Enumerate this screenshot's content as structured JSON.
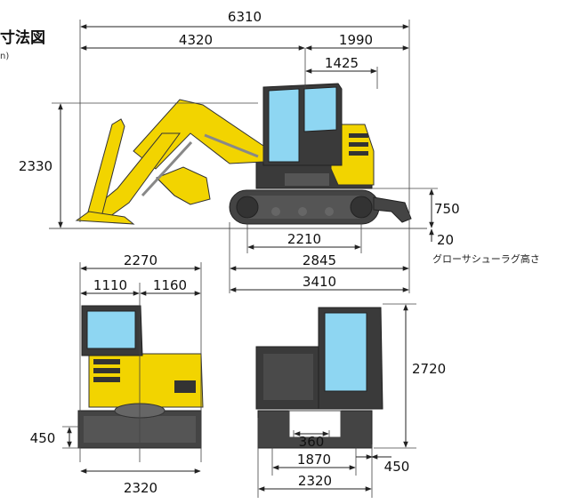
{
  "title": "寸法図",
  "unit": "n)",
  "note": "グローサシューラグ高さ",
  "side_view": {
    "overall_length": "6310",
    "front_reach": "4320",
    "rear_length": "1990",
    "cab_to_rear": "1425",
    "height": "2330",
    "blade_height": "750",
    "lug_height": "20",
    "tumbler_center": "2210",
    "crawler_length": "2845",
    "blade_to_rear": "3410"
  },
  "front_view": {
    "overall_width": "2270",
    "left_width": "1110",
    "right_width": "1160",
    "ground_clearance": "450",
    "track_width": "2320"
  },
  "rear_view": {
    "cab_height": "2720",
    "counterweight_clearance": "360",
    "track_gauge": "1870",
    "shoe_width": "450",
    "track_width": "2320"
  },
  "colors": {
    "body": "#f2d400",
    "dark": "#333333",
    "glass": "#8ed6f2",
    "track": "#444444"
  }
}
